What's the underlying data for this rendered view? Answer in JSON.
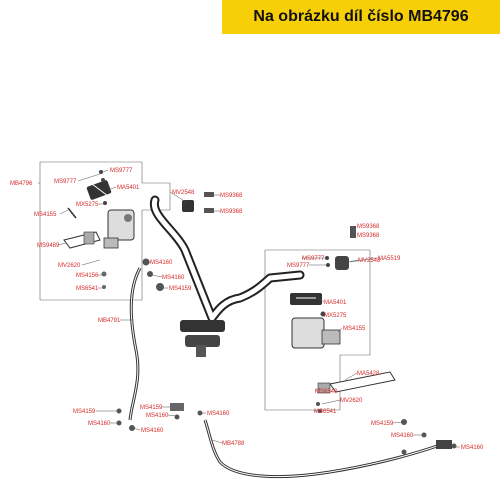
{
  "banner": {
    "text": "Na obrázku díl číslo MB4796"
  },
  "colors": {
    "banner_bg": "#f7cf06",
    "label": "#d62a2a",
    "line": "#555555"
  },
  "labels": [
    {
      "id": "MB4796-a",
      "text": "MB4796"
    },
    {
      "id": "MS9777-a",
      "text": "MS9777"
    },
    {
      "id": "MS9777-b",
      "text": "MS9777"
    },
    {
      "id": "MA5401-a",
      "text": "MA5401"
    },
    {
      "id": "MV2548-a",
      "text": "MV2548"
    },
    {
      "id": "MS9368-a",
      "text": "MS9368"
    },
    {
      "id": "MS9368-b",
      "text": "MS9368"
    },
    {
      "id": "MX5275-a",
      "text": "MX5275"
    },
    {
      "id": "MS4155-a",
      "text": "MS4155"
    },
    {
      "id": "MS9489-a",
      "text": "MS9489"
    },
    {
      "id": "MV2620-a",
      "text": "MV2620"
    },
    {
      "id": "MS4160-a",
      "text": "MS4160"
    },
    {
      "id": "MS4156-a",
      "text": "MS4156"
    },
    {
      "id": "MS4160-b",
      "text": "MS4160"
    },
    {
      "id": "MS6541-a",
      "text": "MS6541"
    },
    {
      "id": "MS4159-a",
      "text": "MS4159"
    },
    {
      "id": "MB4791-a",
      "text": "MB4791"
    },
    {
      "id": "MS9368-c",
      "text": "MS9368"
    },
    {
      "id": "MS9368-d",
      "text": "MS9368"
    },
    {
      "id": "MS9777-c",
      "text": "MS9777"
    },
    {
      "id": "MS9777-d",
      "text": "MS9777"
    },
    {
      "id": "MV2548-b",
      "text": "MV2548"
    },
    {
      "id": "MA5519-a",
      "text": "MA5519"
    },
    {
      "id": "MA5401-b",
      "text": "MA5401"
    },
    {
      "id": "MX5275-b",
      "text": "MX5275"
    },
    {
      "id": "MS4155-b",
      "text": "MS4155"
    },
    {
      "id": "MA5428-a",
      "text": "MA5428"
    },
    {
      "id": "MS6540-a",
      "text": "MS6540"
    },
    {
      "id": "MV2620-b",
      "text": "MV2620"
    },
    {
      "id": "MS6541-b",
      "text": "MS6541"
    },
    {
      "id": "MS4159-b",
      "text": "MS4159"
    },
    {
      "id": "MS4159-c",
      "text": "MS4159"
    },
    {
      "id": "MS4160-c",
      "text": "MS4160"
    },
    {
      "id": "MS4160-d",
      "text": "MS4160"
    },
    {
      "id": "MS4160-e",
      "text": "MS4160"
    },
    {
      "id": "MS4160-f",
      "text": "MS4160"
    },
    {
      "id": "MB4788-a",
      "text": "MB4788"
    },
    {
      "id": "MS4159-d",
      "text": "MS4159"
    },
    {
      "id": "MS4160-g",
      "text": "MS4160"
    },
    {
      "id": "MS4160-h",
      "text": "MS4160"
    }
  ]
}
